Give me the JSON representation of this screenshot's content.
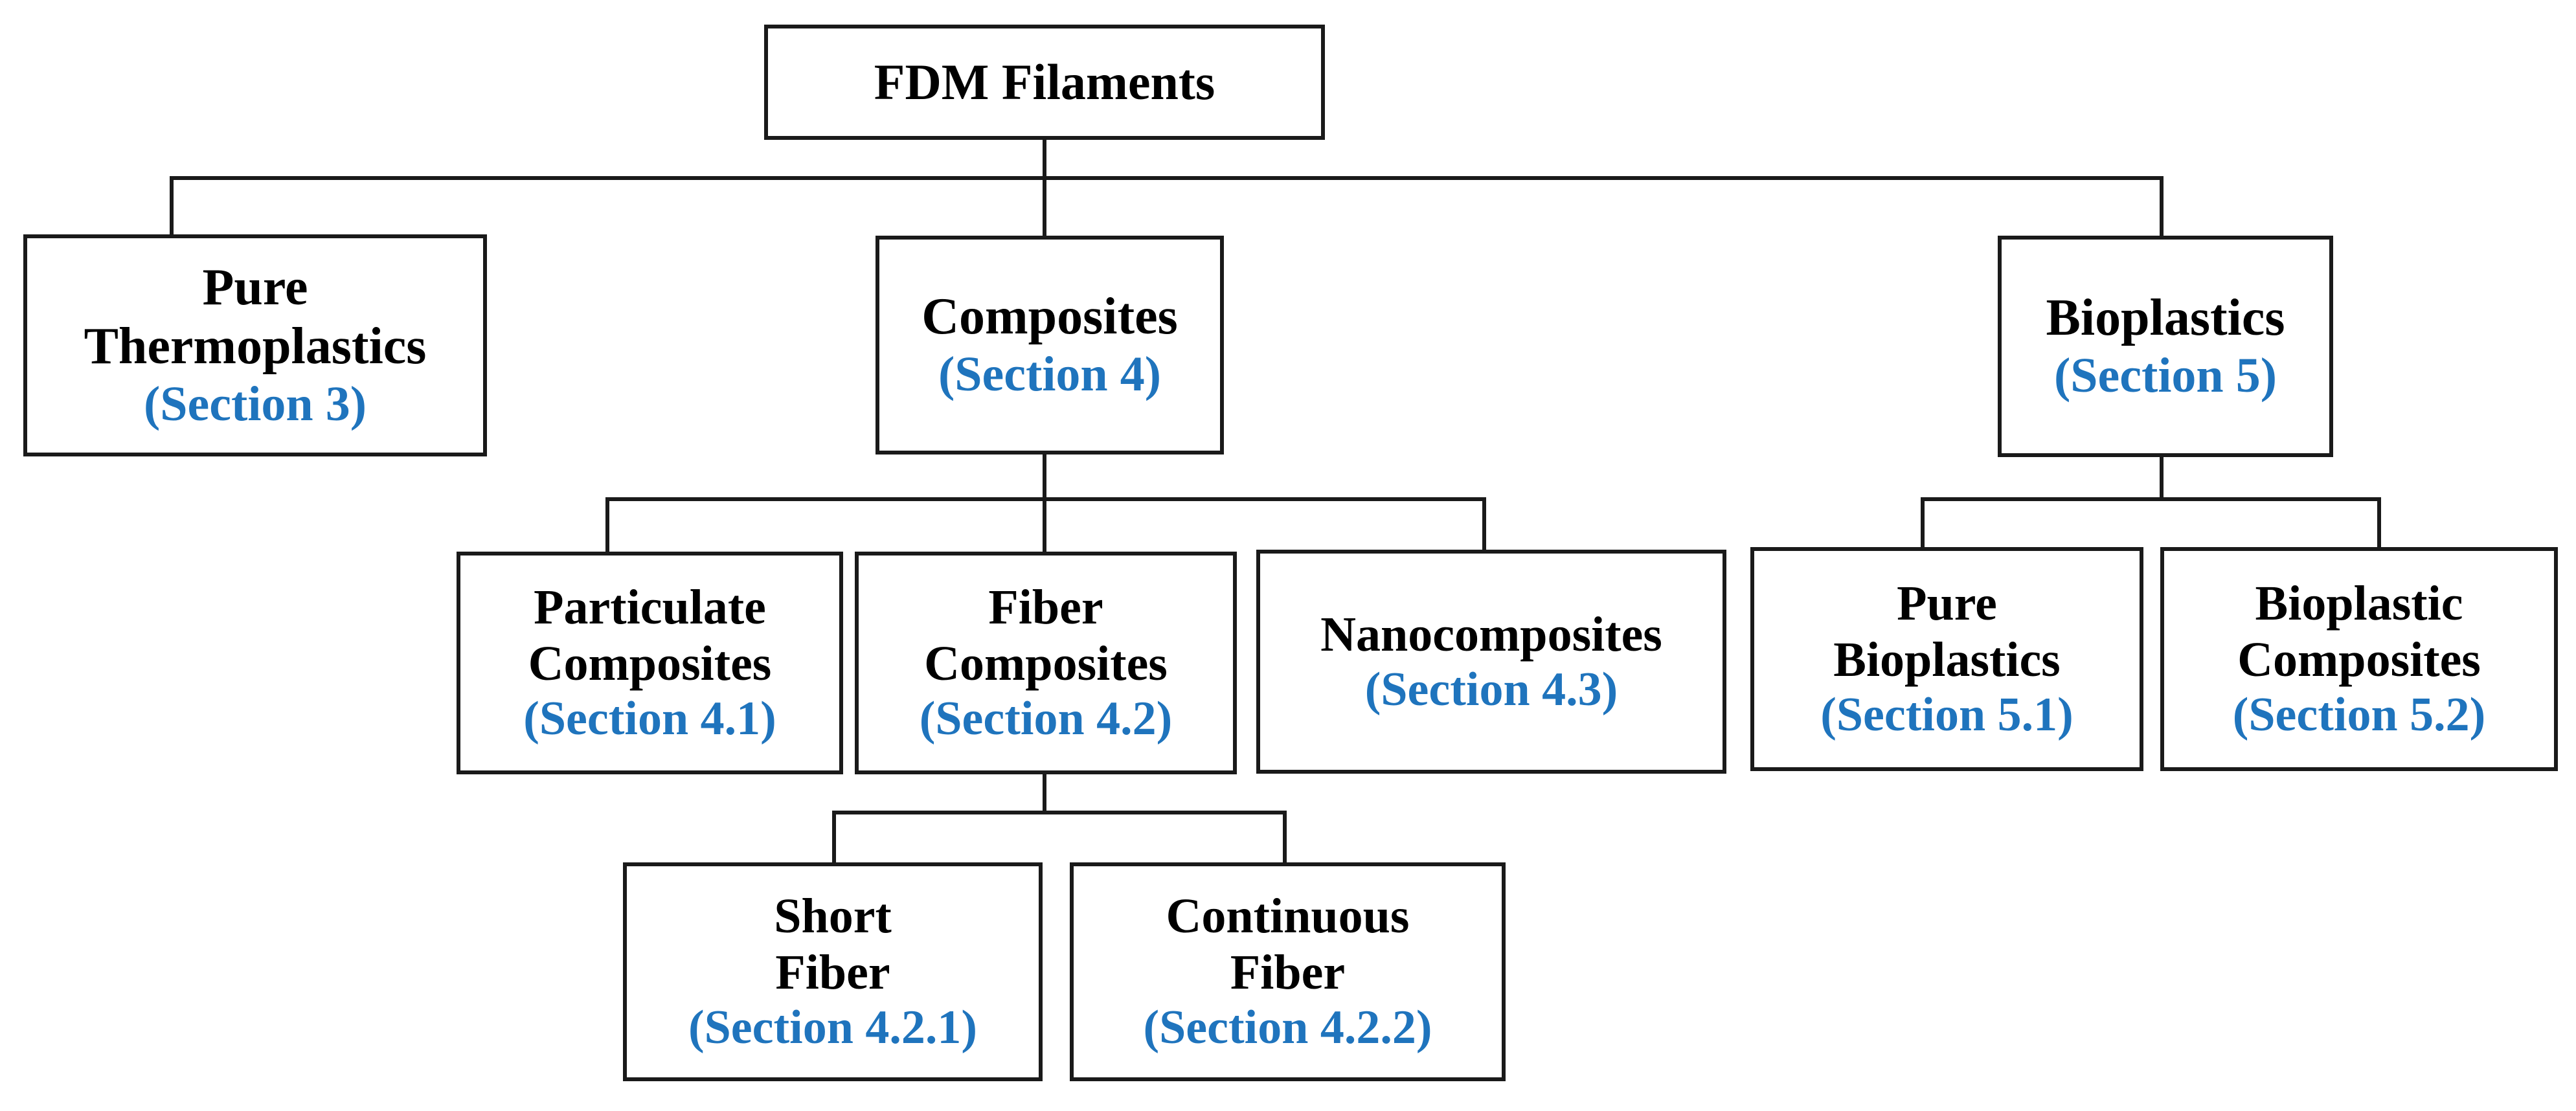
{
  "diagram": {
    "type": "hierarchy-tree",
    "title": "FDM Filaments classification",
    "accent_color": "#1f74bd",
    "line_color": "#1a1a1a",
    "text_color": "#000000",
    "background": "#ffffff"
  },
  "nodes": {
    "root": {
      "title": "FDM Filaments",
      "section": ""
    },
    "pure_thermoplastics": {
      "title": "Pure\nThermoplastics",
      "section": "(Section 3)"
    },
    "composites": {
      "title": "Composites",
      "section": "(Section 4)"
    },
    "bioplastics": {
      "title": "Bioplastics",
      "section": "(Section 5)"
    },
    "particulate_composites": {
      "title": "Particulate\nComposites",
      "section": "(Section 4.1)"
    },
    "fiber_composites": {
      "title": "Fiber\nComposites",
      "section": "(Section 4.2)"
    },
    "nanocomposites": {
      "title": "Nanocomposites",
      "section": "(Section 4.3)"
    },
    "pure_bioplastics": {
      "title": "Pure\nBioplastics",
      "section": "(Section 5.1)"
    },
    "bioplastic_composites": {
      "title": "Bioplastic\nComposites",
      "section": "(Section 5.2)"
    },
    "short_fiber": {
      "title": "Short\nFiber",
      "section": "(Section 4.2.1)"
    },
    "continuous_fiber": {
      "title": "Continuous\nFiber",
      "section": "(Section 4.2.2)"
    }
  },
  "edges": [
    {
      "from": "root",
      "to": "pure_thermoplastics"
    },
    {
      "from": "root",
      "to": "composites"
    },
    {
      "from": "root",
      "to": "bioplastics"
    },
    {
      "from": "composites",
      "to": "particulate_composites"
    },
    {
      "from": "composites",
      "to": "fiber_composites"
    },
    {
      "from": "composites",
      "to": "nanocomposites"
    },
    {
      "from": "bioplastics",
      "to": "pure_bioplastics"
    },
    {
      "from": "bioplastics",
      "to": "bioplastic_composites"
    },
    {
      "from": "fiber_composites",
      "to": "short_fiber"
    },
    {
      "from": "fiber_composites",
      "to": "continuous_fiber"
    }
  ]
}
